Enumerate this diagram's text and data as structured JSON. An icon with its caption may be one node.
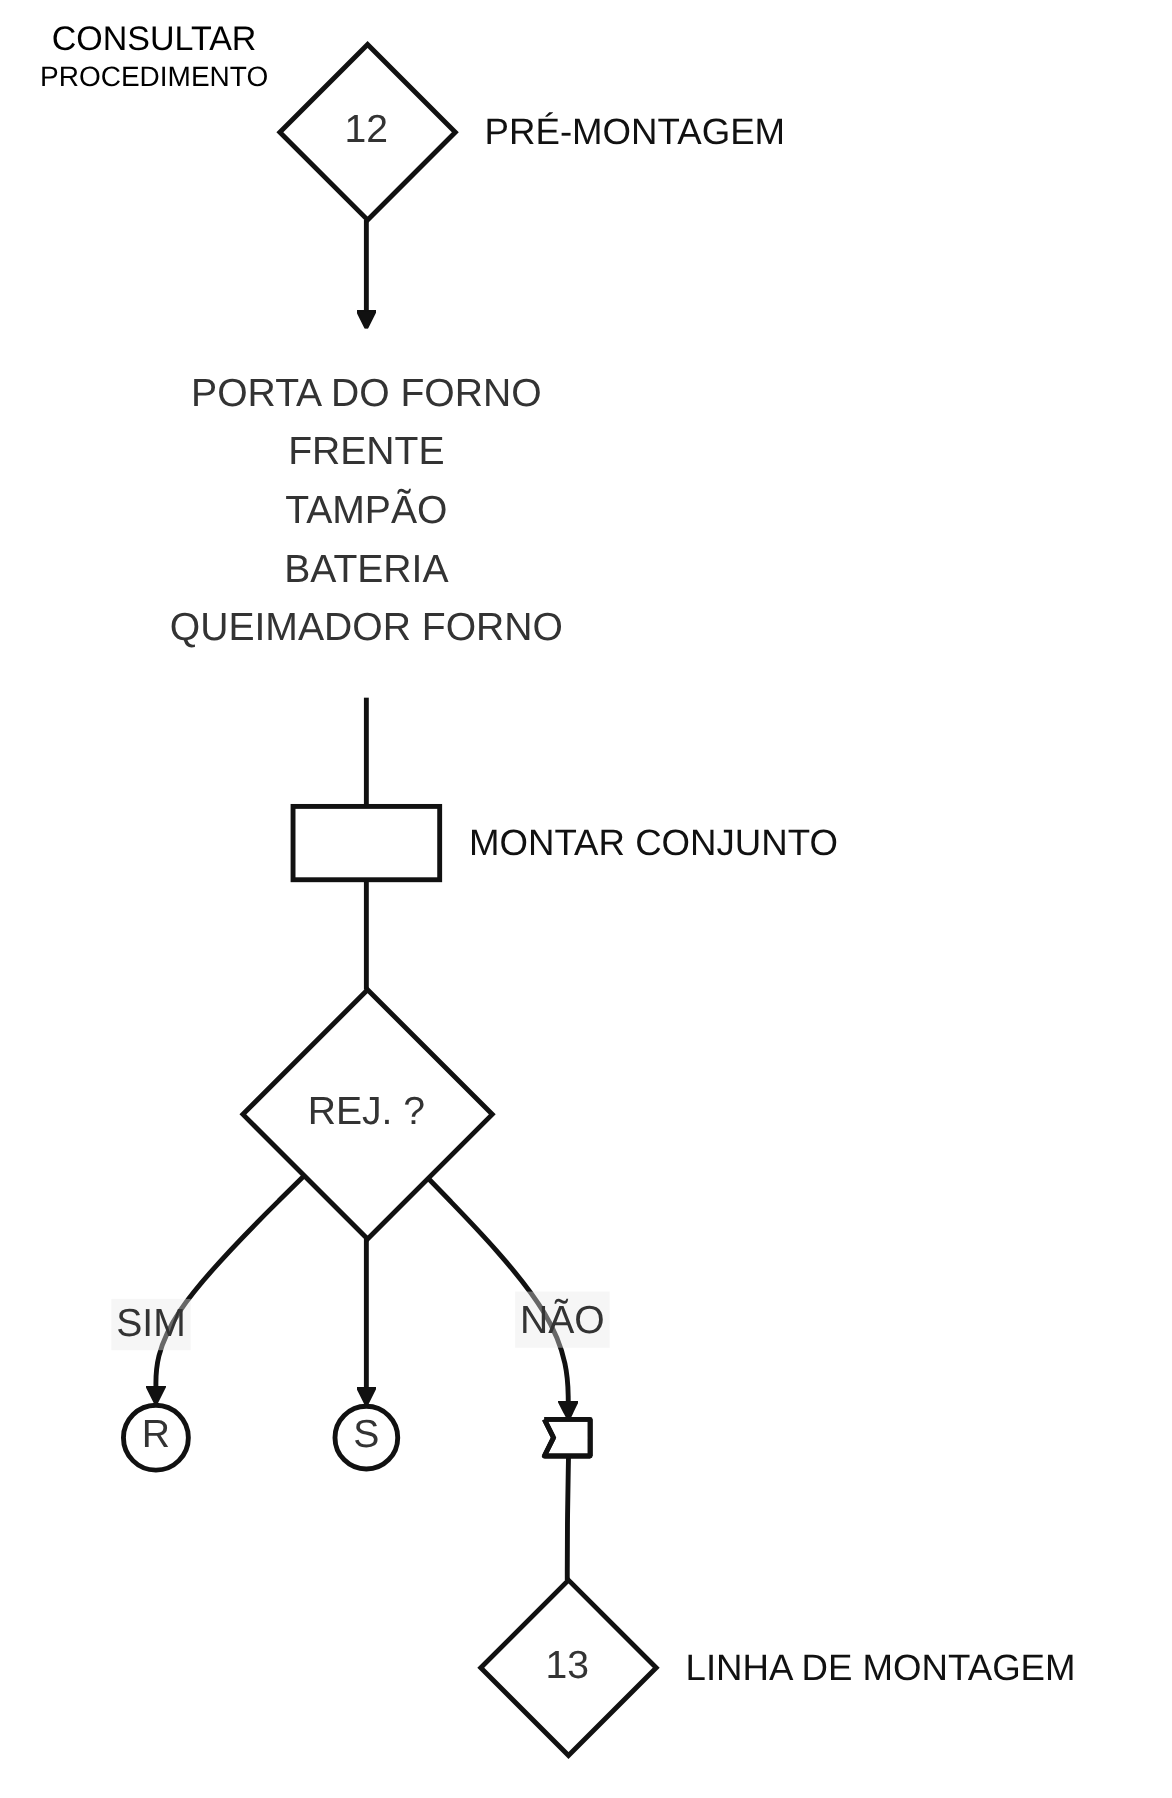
{
  "diagram": {
    "nodes": [
      {
        "text": [
          "12"
        ],
        "beside": [
          "PRÉ-MONTAGEM"
        ]
      },
      {
        "text": [
          "PORTA DO FORNO",
          "FRENTE",
          "TAMPÃO",
          "BATERIA",
          "QUEIMADOR FORNO"
        ]
      },
      {
        "text": [],
        "shape": "box",
        "beside": [
          "MONTAR CONJUNTO"
        ]
      },
      {
        "text": [
          "REJ. ?"
        ]
      },
      {
        "text": [
          "R"
        ]
      },
      {
        "text": [
          "S"
        ]
      },
      {
        "text": [],
        "shape": "flag"
      },
      {
        "text": [
          "13"
        ],
        "beside": [
          "LINHA DE MONTAGEM"
        ]
      }
    ],
    "edges": [
      {
        "from": 0,
        "to": 1,
        "arrow": "to"
      },
      {
        "from": 1,
        "to": 2,
        "arrow": "none"
      },
      {
        "from": 2,
        "to": 3,
        "arrow": "none"
      },
      {
        "from": 3,
        "to": 4,
        "arrow": "to",
        "label": "SIM"
      },
      {
        "from": 3,
        "to": 5,
        "arrow": "to"
      },
      {
        "from": 3,
        "to": 6,
        "arrow": "to",
        "label": "NÃO"
      },
      {
        "from": 6,
        "to": 7,
        "arrow": "none"
      }
    ],
    "labels": [
      "CONSULTAR",
      "PROCEDIMENTO"
    ]
  }
}
